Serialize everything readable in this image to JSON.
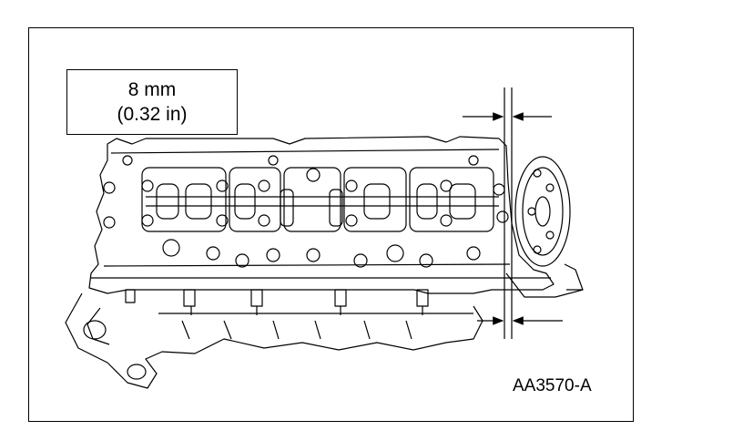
{
  "measurement": {
    "metric": "8 mm",
    "imperial": "(0.32 in)"
  },
  "figure_id": "AA3570-A"
}
